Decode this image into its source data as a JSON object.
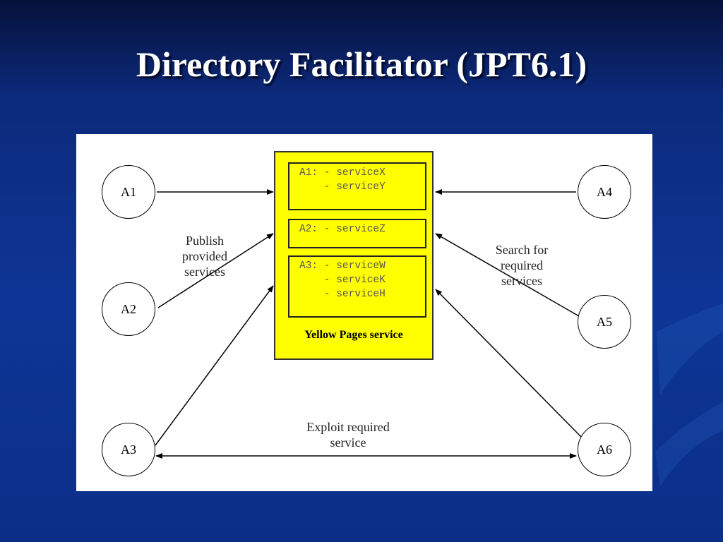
{
  "slide": {
    "title": "Directory Facilitator (JPT6.1)"
  },
  "yellow_pages": {
    "caption": "Yellow Pages service",
    "entries": [
      {
        "lines": [
          "A1: - serviceX",
          "    - serviceY"
        ]
      },
      {
        "lines": [
          "A2: - serviceZ"
        ]
      },
      {
        "lines": [
          "A3: - serviceW",
          "    - serviceK",
          "    - serviceH"
        ]
      }
    ]
  },
  "agents": {
    "a1": "A1",
    "a2": "A2",
    "a3": "A3",
    "a4": "A4",
    "a5": "A5",
    "a6": "A6"
  },
  "notes": {
    "publish": [
      "Publish",
      "provided",
      "services"
    ],
    "search": [
      "Search for",
      "required",
      "services"
    ],
    "exploit": [
      "Exploit required",
      "service"
    ]
  },
  "colors": {
    "background": "#0e3596",
    "yellow_pages_fill": "#ffff00",
    "panel": "#ffffff"
  }
}
